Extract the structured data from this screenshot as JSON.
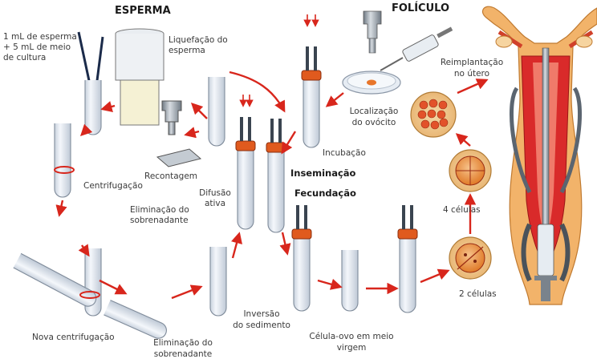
{
  "headings": {
    "sperm": "ESPERMA",
    "follicle": "FOLÍCULO",
    "insemination": "Inseminação",
    "fertilization": "Fecundação"
  },
  "labels": {
    "sperm_mix_1": "1 mL de esperma",
    "sperm_mix_2": "+ 5 mL de meio",
    "sperm_mix_3": "de cultura",
    "liquefaction_1": "Liquefação do",
    "liquefaction_2": "esperma",
    "centrifugation": "Centrifugação",
    "recount": "Recontagem",
    "supernatant_1_a": "Eliminação do",
    "supernatant_1_b": "sobrenadante",
    "active_diffusion_a": "Difusão",
    "active_diffusion_b": "ativa",
    "new_centrifugation": "Nova centrifugação",
    "supernatant_2_a": "Eliminação do",
    "supernatant_2_b": "sobrenadante",
    "sediment_inversion_a": "Inversão",
    "sediment_inversion_b": "do sedimento",
    "incubation": "Incubação",
    "oocyte_location_a": "Localização",
    "oocyte_location_b": "do ovócito",
    "reimplantation_a": "Reimplantação",
    "reimplantation_b": "no útero",
    "four_cells": "4 células",
    "two_cells": "2 células",
    "egg_cell_a": "Célula-ovo em meio",
    "egg_cell_b": "virgem"
  },
  "colors": {
    "arrow": "#d8261c",
    "tube_fill": "#eef2f7",
    "tube_stroke": "#8a96a6",
    "cap": "#e05a1e",
    "metal": "#9aa3ad",
    "cell": "#e8762a",
    "uterus": "#d92a2a"
  }
}
